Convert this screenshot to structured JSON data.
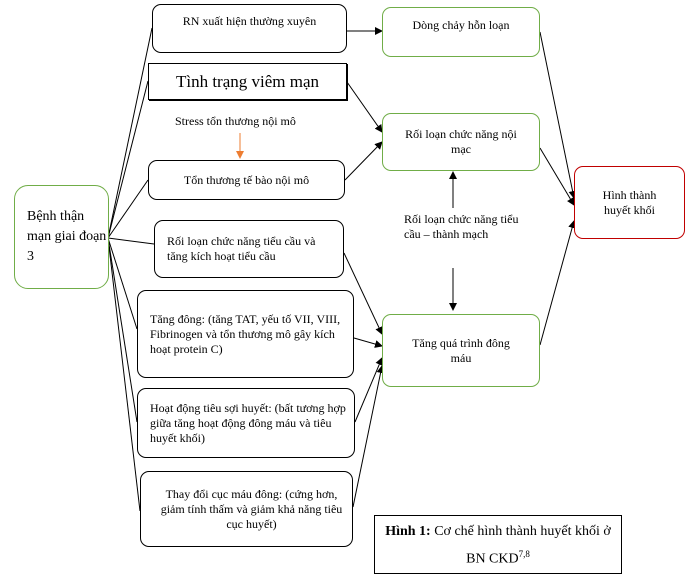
{
  "nodes": {
    "root": "Bệnh thận mạn giai đoạn 3",
    "rn": "RN xuất hiện thường xuyên",
    "inflammation": "Tình trạng viêm mạn",
    "stress": "Stress tổn thương nội mô",
    "endothelial_damage": "Tổn thương tế bào nội mô",
    "platelet_dysfunction": "Rối loạn chức năng tiểu cầu và tăng kích hoạt tiểu cầu",
    "coagulation": "Tăng đông: (tăng TAT, yếu tố VII, VIII, Fibrinogen và tổn thương mô gây kích hoạt protein C)",
    "fibrinolysis": "Hoạt động tiêu sợi huyết: (bất tương hợp giữa tăng hoạt động đông máu và tiêu huyết khối)",
    "clot_change": "Thay đổi cục máu đông: (cứng hơn, giảm tính thấm và giảm khả năng tiêu cục huyết)",
    "turbulent_flow": "Dòng chảy hỗn loạn",
    "endothelial_dysfunction": "Rối loạn chức năng nội mạc",
    "platelet_mid": "Rối loạn chức năng tiểu cầu – thành mạch",
    "increased_coagulation": "Tăng quá trình đông máu",
    "thrombosis": "Hình thành huyết khối"
  },
  "caption": {
    "label": "Hình 1:",
    "text": "Cơ chế hình thành huyết khối ở BN CKD",
    "ref": "7,8"
  },
  "colors": {
    "green_border": "#70ad47",
    "red_border": "#c00000",
    "orange_arrow": "#ed7d31"
  }
}
